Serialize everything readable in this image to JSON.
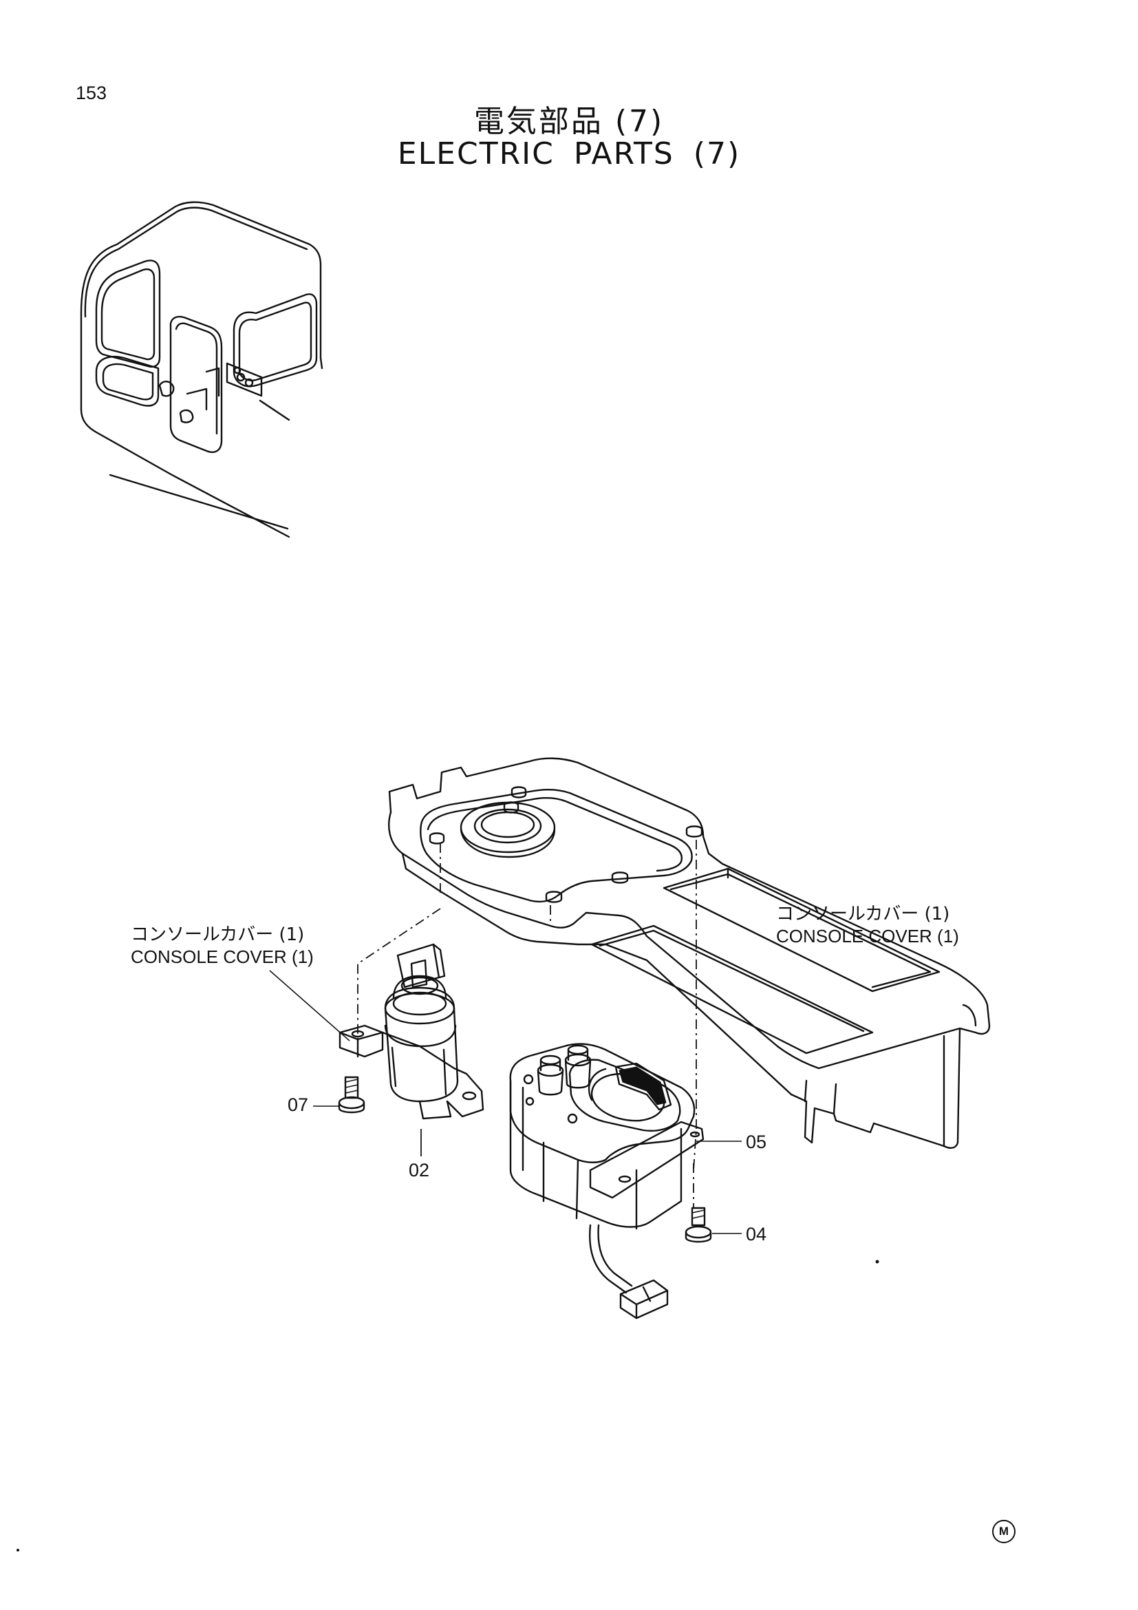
{
  "page_number": "153",
  "title_jp": "電気部品 (7)",
  "title_en": "ELECTRIC  PARTS  (7)",
  "callouts": [
    {
      "jp": "コンソールカバー  (1)",
      "en": "CONSOLE COVER  (1)"
    },
    {
      "jp": "コンソールカバー  (1)",
      "en": "CONSOLE COVER  (1)"
    }
  ],
  "parts": [
    "07",
    "02",
    "05",
    "04"
  ],
  "mark": "M",
  "icons": [
    "cab-overview-illustration",
    "console-cover-illustration",
    "key-switch-illustration",
    "control-dial-illustration",
    "bolt-icon"
  ]
}
